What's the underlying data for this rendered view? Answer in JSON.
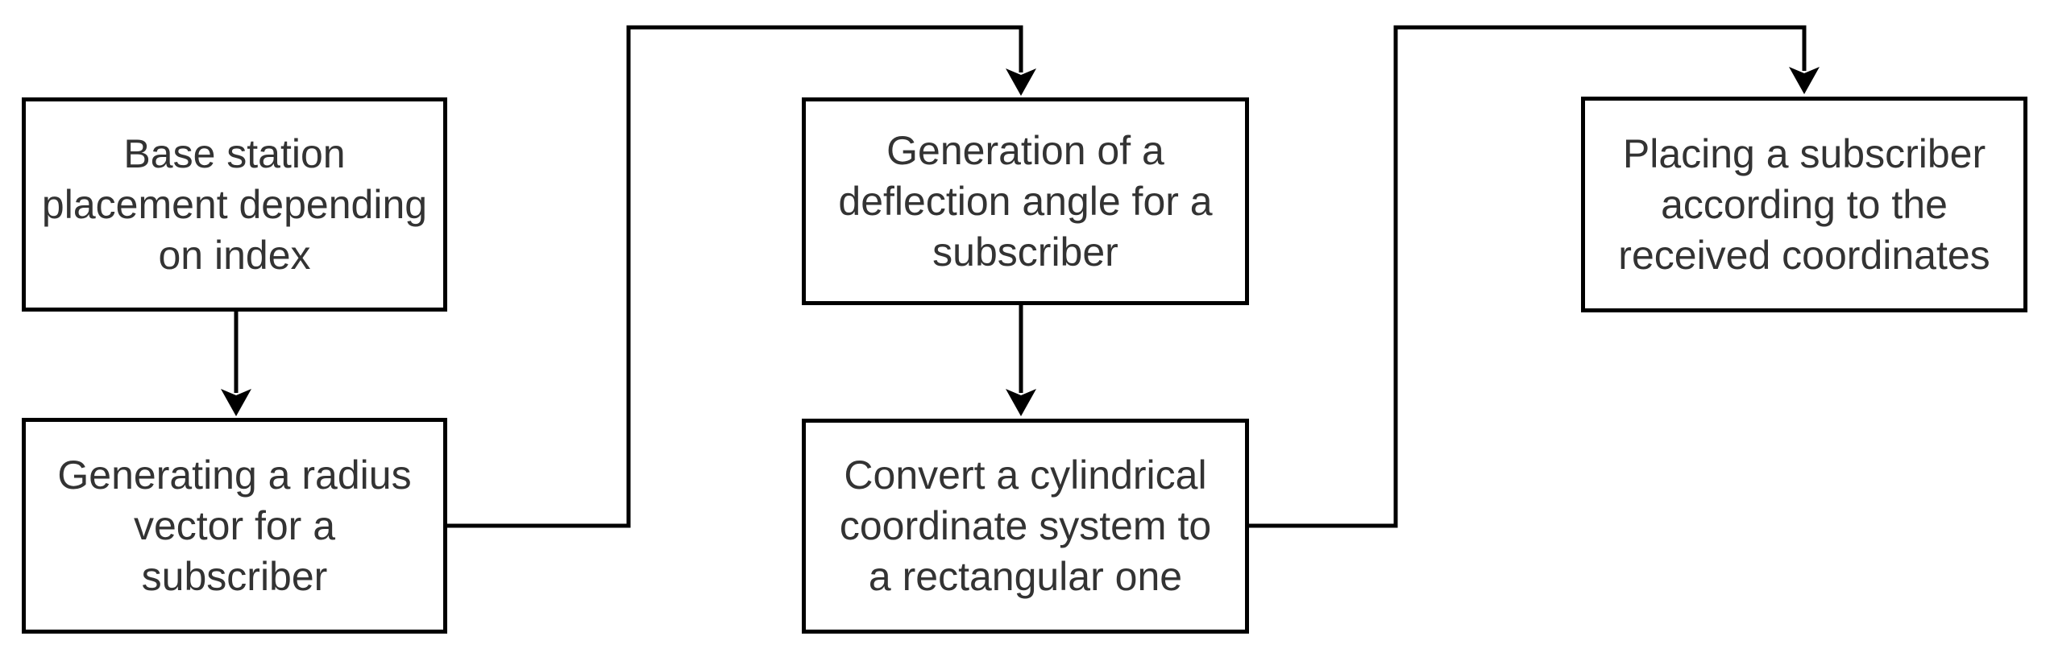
{
  "diagram": {
    "type": "flowchart",
    "background_color": "#ffffff",
    "box_fill_color": "#ffffff",
    "box_border_color": "#000000",
    "text_color": "#333333",
    "nodes": [
      {
        "id": "base-station-placement",
        "label": "Base station\nplacement depending\non index"
      },
      {
        "id": "generate-radius-vector",
        "label": "Generating a radius\nvector for a\nsubscriber"
      },
      {
        "id": "generate-deflection-angle",
        "label": "Generation of a\ndeflection angle for a\nsubscriber"
      },
      {
        "id": "convert-coordinate-system",
        "label": "Convert a cylindrical\ncoordinate system to\na rectangular one"
      },
      {
        "id": "place-subscriber",
        "label": "Placing a subscriber\naccording to the\nreceived coordinates"
      }
    ],
    "edges": [
      {
        "from": "base-station-placement",
        "to": "generate-radius-vector",
        "style": "straight-down-arrow"
      },
      {
        "from": "generate-radius-vector",
        "to": "generate-deflection-angle",
        "style": "elbow-right-up-over-down-arrow"
      },
      {
        "from": "generate-deflection-angle",
        "to": "convert-coordinate-system",
        "style": "straight-down-arrow"
      },
      {
        "from": "convert-coordinate-system",
        "to": "place-subscriber",
        "style": "elbow-right-up-over-down-arrow"
      }
    ]
  }
}
